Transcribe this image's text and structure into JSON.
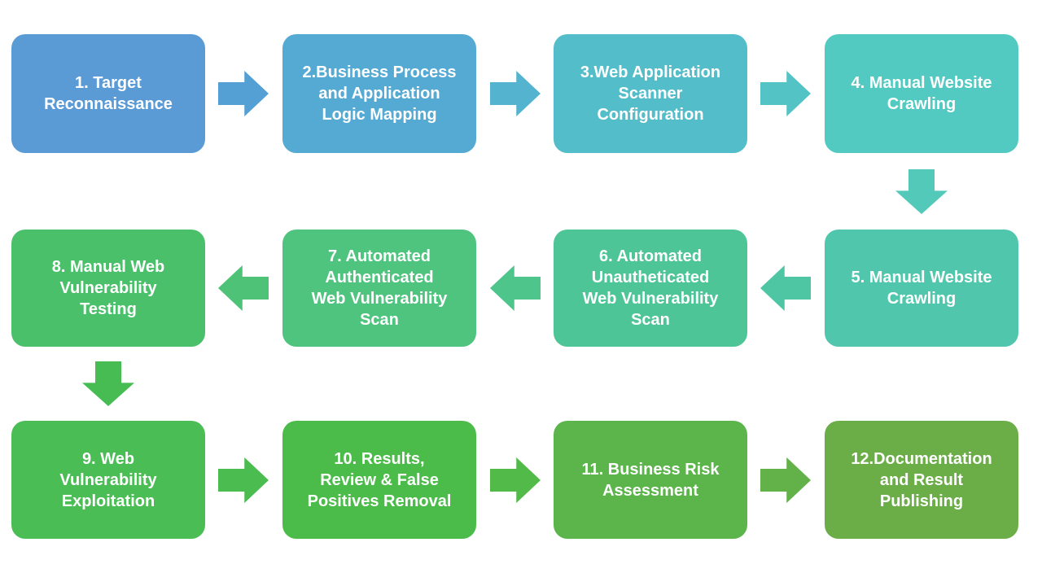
{
  "diagram": {
    "type": "flowchart",
    "background_color": "#FFFFFF",
    "text_color": "#FFFFFF",
    "steps": [
      {
        "id": 1,
        "label": "1. Target\nReconnaissance",
        "color": "#5B9BD5"
      },
      {
        "id": 2,
        "label": "2.Business Process\nand Application\nLogic Mapping",
        "color": "#55AAD4"
      },
      {
        "id": 3,
        "label": "3.Web Application\nScanner\nConfiguration",
        "color": "#53BDC9"
      },
      {
        "id": 4,
        "label": "4. Manual Website\nCrawling",
        "color": "#52CAC1"
      },
      {
        "id": 5,
        "label": "5. Manual Website\nCrawling",
        "color": "#50C7AD"
      },
      {
        "id": 6,
        "label": "6. Automated\nUnautheticated\nWeb Vulnerability\nScan",
        "color": "#4DC597"
      },
      {
        "id": 7,
        "label": "7. Automated\nAuthenticated\nWeb Vulnerability\nScan",
        "color": "#4FC47E"
      },
      {
        "id": 8,
        "label": "8. Manual Web\nVulnerability\nTesting",
        "color": "#4BC06B"
      },
      {
        "id": 9,
        "label": "9. Web\nVulnerability\nExploitation",
        "color": "#4BBD55"
      },
      {
        "id": 10,
        "label": "10. Results,\nReview & False\nPositives Removal",
        "color": "#4BBC49"
      },
      {
        "id": 11,
        "label": "11. Business Risk\nAssessment",
        "color": "#5BB54A"
      },
      {
        "id": 12,
        "label": "12.Documentation\nand Result\nPublishing",
        "color": "#6BAE47"
      }
    ],
    "connectors": [
      {
        "from": 1,
        "to": 2,
        "direction": "right",
        "color": "#549FD4"
      },
      {
        "from": 2,
        "to": 3,
        "direction": "right",
        "color": "#54B4CF"
      },
      {
        "from": 3,
        "to": 4,
        "direction": "right",
        "color": "#53C3C6"
      },
      {
        "from": 4,
        "to": 5,
        "direction": "down",
        "color": "#52C9B9"
      },
      {
        "from": 5,
        "to": 6,
        "direction": "left",
        "color": "#4FC6A3"
      },
      {
        "from": 6,
        "to": 7,
        "direction": "left",
        "color": "#4EC58B"
      },
      {
        "from": 7,
        "to": 8,
        "direction": "left",
        "color": "#4EC277"
      },
      {
        "from": 8,
        "to": 9,
        "direction": "down",
        "color": "#46BC53"
      },
      {
        "from": 9,
        "to": 10,
        "direction": "right",
        "color": "#4BBC4F"
      },
      {
        "from": 10,
        "to": 11,
        "direction": "right",
        "color": "#52BA48"
      },
      {
        "from": 11,
        "to": 12,
        "direction": "right",
        "color": "#62B149"
      }
    ]
  }
}
